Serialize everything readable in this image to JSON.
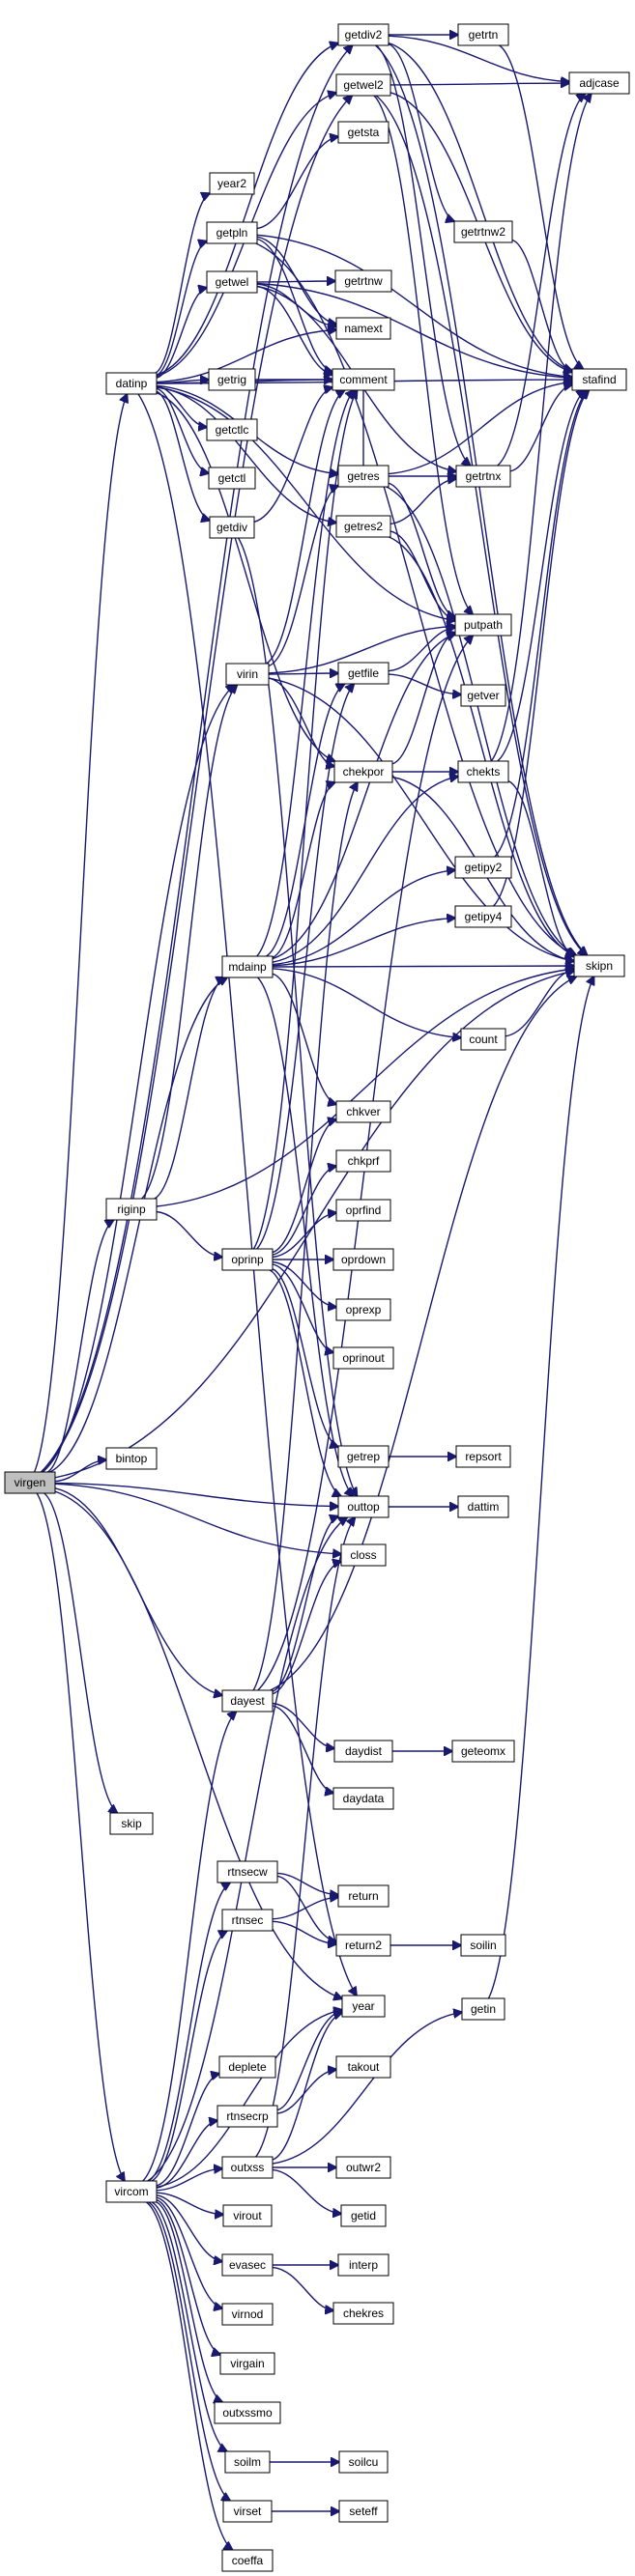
{
  "diagram": {
    "colors": {
      "edge": "#191970",
      "node_border": "#000000",
      "root_fill": "#bfbfbf",
      "node_fill": "#ffffff"
    },
    "nodes": [
      {
        "id": "virgen",
        "label": "virgen",
        "root": true
      },
      {
        "id": "datinp",
        "label": "datinp"
      },
      {
        "id": "riginp",
        "label": "riginp"
      },
      {
        "id": "bintop",
        "label": "bintop"
      },
      {
        "id": "skip",
        "label": "skip"
      },
      {
        "id": "vircom",
        "label": "vircom"
      },
      {
        "id": "getdiv2",
        "label": "getdiv2"
      },
      {
        "id": "getwel2",
        "label": "getwel2"
      },
      {
        "id": "year2",
        "label": "year2"
      },
      {
        "id": "getpln",
        "label": "getpln"
      },
      {
        "id": "getwel",
        "label": "getwel"
      },
      {
        "id": "getrig",
        "label": "getrig"
      },
      {
        "id": "getctlc",
        "label": "getctlc"
      },
      {
        "id": "getctl",
        "label": "getctl"
      },
      {
        "id": "getdiv",
        "label": "getdiv"
      },
      {
        "id": "getres",
        "label": "getres"
      },
      {
        "id": "getres2",
        "label": "getres2"
      },
      {
        "id": "virin",
        "label": "virin"
      },
      {
        "id": "getfile",
        "label": "getfile"
      },
      {
        "id": "chekpor",
        "label": "chekpor"
      },
      {
        "id": "mdainp",
        "label": "mdainp"
      },
      {
        "id": "oprinp",
        "label": "oprinp"
      },
      {
        "id": "dayest",
        "label": "dayest"
      },
      {
        "id": "getrtn",
        "label": "getrtn"
      },
      {
        "id": "adjcase",
        "label": "adjcase"
      },
      {
        "id": "getsta",
        "label": "getsta"
      },
      {
        "id": "getrtnw",
        "label": "getrtnw"
      },
      {
        "id": "namext",
        "label": "namext"
      },
      {
        "id": "comment",
        "label": "comment"
      },
      {
        "id": "getrtnw2",
        "label": "getrtnw2"
      },
      {
        "id": "stafind",
        "label": "stafind"
      },
      {
        "id": "getrtnx",
        "label": "getrtnx"
      },
      {
        "id": "putpath",
        "label": "putpath"
      },
      {
        "id": "getver",
        "label": "getver"
      },
      {
        "id": "chekts",
        "label": "chekts"
      },
      {
        "id": "getipy2",
        "label": "getipy2"
      },
      {
        "id": "getipy4",
        "label": "getipy4"
      },
      {
        "id": "skipn",
        "label": "skipn"
      },
      {
        "id": "count",
        "label": "count"
      },
      {
        "id": "chkver",
        "label": "chkver"
      },
      {
        "id": "chkprf",
        "label": "chkprf"
      },
      {
        "id": "oprfind",
        "label": "oprfind"
      },
      {
        "id": "oprdown",
        "label": "oprdown"
      },
      {
        "id": "oprexp",
        "label": "oprexp"
      },
      {
        "id": "oprinout",
        "label": "oprinout"
      },
      {
        "id": "getrep",
        "label": "getrep"
      },
      {
        "id": "repsort",
        "label": "repsort"
      },
      {
        "id": "outtop",
        "label": "outtop"
      },
      {
        "id": "dattim",
        "label": "dattim"
      },
      {
        "id": "closs",
        "label": "closs"
      },
      {
        "id": "daydist",
        "label": "daydist"
      },
      {
        "id": "geteomx",
        "label": "geteomx"
      },
      {
        "id": "daydata",
        "label": "daydata"
      },
      {
        "id": "rtnsecw",
        "label": "rtnsecw"
      },
      {
        "id": "rtnsec",
        "label": "rtnsec"
      },
      {
        "id": "return",
        "label": "return"
      },
      {
        "id": "return2",
        "label": "return2"
      },
      {
        "id": "soilin",
        "label": "soilin"
      },
      {
        "id": "year",
        "label": "year"
      },
      {
        "id": "getin",
        "label": "getin"
      },
      {
        "id": "deplete",
        "label": "deplete"
      },
      {
        "id": "takout",
        "label": "takout"
      },
      {
        "id": "rtnsecrp",
        "label": "rtnsecrp"
      },
      {
        "id": "outxss",
        "label": "outxss"
      },
      {
        "id": "outwr2",
        "label": "outwr2"
      },
      {
        "id": "getid",
        "label": "getid"
      },
      {
        "id": "virout",
        "label": "virout"
      },
      {
        "id": "evasec",
        "label": "evasec"
      },
      {
        "id": "interp",
        "label": "interp"
      },
      {
        "id": "chekres",
        "label": "chekres"
      },
      {
        "id": "virnod",
        "label": "virnod"
      },
      {
        "id": "virgain",
        "label": "virgain"
      },
      {
        "id": "outxssmo",
        "label": "outxssmo"
      },
      {
        "id": "soilm",
        "label": "soilm"
      },
      {
        "id": "soilcu",
        "label": "soilcu"
      },
      {
        "id": "virset",
        "label": "virset"
      },
      {
        "id": "seteff",
        "label": "seteff"
      },
      {
        "id": "coeffa",
        "label": "coeffa"
      }
    ],
    "edges": [
      [
        "virgen",
        "datinp"
      ],
      [
        "virgen",
        "riginp"
      ],
      [
        "virgen",
        "bintop"
      ],
      [
        "virgen",
        "skip"
      ],
      [
        "virgen",
        "vircom"
      ],
      [
        "virgen",
        "getdiv2"
      ],
      [
        "virgen",
        "getwel2"
      ],
      [
        "virgen",
        "virin"
      ],
      [
        "virgen",
        "mdainp"
      ],
      [
        "virgen",
        "dayest"
      ],
      [
        "virgen",
        "outtop"
      ],
      [
        "virgen",
        "closs"
      ],
      [
        "virgen",
        "skipn"
      ],
      [
        "virgen",
        "year"
      ],
      [
        "datinp",
        "getdiv2"
      ],
      [
        "datinp",
        "getwel2"
      ],
      [
        "datinp",
        "year2"
      ],
      [
        "datinp",
        "getpln"
      ],
      [
        "datinp",
        "getwel"
      ],
      [
        "datinp",
        "getrig"
      ],
      [
        "datinp",
        "getctlc"
      ],
      [
        "datinp",
        "getctl"
      ],
      [
        "datinp",
        "getdiv"
      ],
      [
        "datinp",
        "getres"
      ],
      [
        "datinp",
        "getres2"
      ],
      [
        "datinp",
        "comment"
      ],
      [
        "datinp",
        "namext"
      ],
      [
        "datinp",
        "putpath"
      ],
      [
        "datinp",
        "chekpor"
      ],
      [
        "datinp",
        "stafind"
      ],
      [
        "datinp",
        "year"
      ],
      [
        "getdiv2",
        "getrtn"
      ],
      [
        "getdiv2",
        "adjcase"
      ],
      [
        "getdiv2",
        "stafind"
      ],
      [
        "getdiv2",
        "getrtnw2"
      ],
      [
        "getdiv2",
        "getrtnx"
      ],
      [
        "getdiv2",
        "skipn"
      ],
      [
        "getwel2",
        "adjcase"
      ],
      [
        "getwel2",
        "stafind"
      ],
      [
        "getwel2",
        "putpath"
      ],
      [
        "getwel2",
        "skipn"
      ],
      [
        "getpln",
        "getsta"
      ],
      [
        "getpln",
        "namext"
      ],
      [
        "getpln",
        "comment"
      ],
      [
        "getpln",
        "stafind"
      ],
      [
        "getpln",
        "skipn"
      ],
      [
        "getwel",
        "getrtnw"
      ],
      [
        "getwel",
        "namext"
      ],
      [
        "getwel",
        "comment"
      ],
      [
        "getwel",
        "stafind"
      ],
      [
        "getwel",
        "getrtnx"
      ],
      [
        "getrig",
        "comment"
      ],
      [
        "getdiv",
        "comment"
      ],
      [
        "getdiv",
        "outtop"
      ],
      [
        "getres",
        "getrtnx"
      ],
      [
        "getres",
        "putpath"
      ],
      [
        "getres",
        "stafind"
      ],
      [
        "getres",
        "skipn"
      ],
      [
        "getres",
        "comment"
      ],
      [
        "getres2",
        "putpath"
      ],
      [
        "getres2",
        "getrtnx"
      ],
      [
        "getres2",
        "skipn"
      ],
      [
        "getrtn",
        "stafind"
      ],
      [
        "getrtnw2",
        "stafind"
      ],
      [
        "getrtnx",
        "stafind"
      ],
      [
        "getrtnx",
        "adjcase"
      ],
      [
        "virin",
        "getfile"
      ],
      [
        "virin",
        "chekpor"
      ],
      [
        "virin",
        "putpath"
      ],
      [
        "virin",
        "comment"
      ],
      [
        "virin",
        "skipn"
      ],
      [
        "virin",
        "getres"
      ],
      [
        "getfile",
        "putpath"
      ],
      [
        "getfile",
        "getver"
      ],
      [
        "chekpor",
        "chekts"
      ],
      [
        "chekpor",
        "putpath"
      ],
      [
        "chekpor",
        "skipn"
      ],
      [
        "chekts",
        "stafind"
      ],
      [
        "chekts",
        "adjcase"
      ],
      [
        "chekts",
        "skipn"
      ],
      [
        "mdainp",
        "chekpor"
      ],
      [
        "mdainp",
        "getfile"
      ],
      [
        "mdainp",
        "chekts"
      ],
      [
        "mdainp",
        "getipy2"
      ],
      [
        "mdainp",
        "getipy4"
      ],
      [
        "mdainp",
        "skipn"
      ],
      [
        "mdainp",
        "count"
      ],
      [
        "mdainp",
        "chkver"
      ],
      [
        "mdainp",
        "putpath"
      ],
      [
        "mdainp",
        "comment"
      ],
      [
        "mdainp",
        "outtop"
      ],
      [
        "getipy2",
        "stafind"
      ],
      [
        "getipy4",
        "stafind"
      ],
      [
        "count",
        "skipn"
      ],
      [
        "riginp",
        "oprinp"
      ],
      [
        "riginp",
        "mdainp"
      ],
      [
        "riginp",
        "virin"
      ],
      [
        "riginp",
        "skipn"
      ],
      [
        "oprinp",
        "chkprf"
      ],
      [
        "oprinp",
        "oprfind"
      ],
      [
        "oprinp",
        "oprdown"
      ],
      [
        "oprinp",
        "oprexp"
      ],
      [
        "oprinp",
        "oprinout"
      ],
      [
        "oprinp",
        "getrep"
      ],
      [
        "oprinp",
        "chkver"
      ],
      [
        "oprinp",
        "outtop"
      ],
      [
        "oprinp",
        "comment"
      ],
      [
        "oprinp",
        "getfile"
      ],
      [
        "getrep",
        "repsort"
      ],
      [
        "outtop",
        "dattim"
      ],
      [
        "dayest",
        "daydist"
      ],
      [
        "dayest",
        "daydata"
      ],
      [
        "dayest",
        "outtop"
      ],
      [
        "dayest",
        "closs"
      ],
      [
        "dayest",
        "skipn"
      ],
      [
        "dayest",
        "chekpor"
      ],
      [
        "dayest",
        "putpath"
      ],
      [
        "daydist",
        "geteomx"
      ],
      [
        "vircom",
        "rtnsecw"
      ],
      [
        "vircom",
        "rtnsec"
      ],
      [
        "vircom",
        "dayest"
      ],
      [
        "vircom",
        "deplete"
      ],
      [
        "vircom",
        "rtnsecrp"
      ],
      [
        "vircom",
        "outxss"
      ],
      [
        "vircom",
        "virout"
      ],
      [
        "vircom",
        "evasec"
      ],
      [
        "vircom",
        "virnod"
      ],
      [
        "vircom",
        "virgain"
      ],
      [
        "vircom",
        "outxssmo"
      ],
      [
        "vircom",
        "soilm"
      ],
      [
        "vircom",
        "virset"
      ],
      [
        "vircom",
        "coeffa"
      ],
      [
        "vircom",
        "year"
      ],
      [
        "vircom",
        "outtop"
      ],
      [
        "rtnsecw",
        "return"
      ],
      [
        "rtnsecw",
        "return2"
      ],
      [
        "rtnsec",
        "return"
      ],
      [
        "rtnsec",
        "return2"
      ],
      [
        "return2",
        "soilin"
      ],
      [
        "rtnsecrp",
        "takout"
      ],
      [
        "rtnsecrp",
        "year"
      ],
      [
        "outxss",
        "outwr2"
      ],
      [
        "outxss",
        "getid"
      ],
      [
        "outxss",
        "getin"
      ],
      [
        "outxss",
        "year"
      ],
      [
        "outxss",
        "outtop"
      ],
      [
        "getin",
        "skipn"
      ],
      [
        "evasec",
        "interp"
      ],
      [
        "evasec",
        "chekres"
      ],
      [
        "soilm",
        "soilcu"
      ],
      [
        "virset",
        "seteff"
      ]
    ]
  }
}
